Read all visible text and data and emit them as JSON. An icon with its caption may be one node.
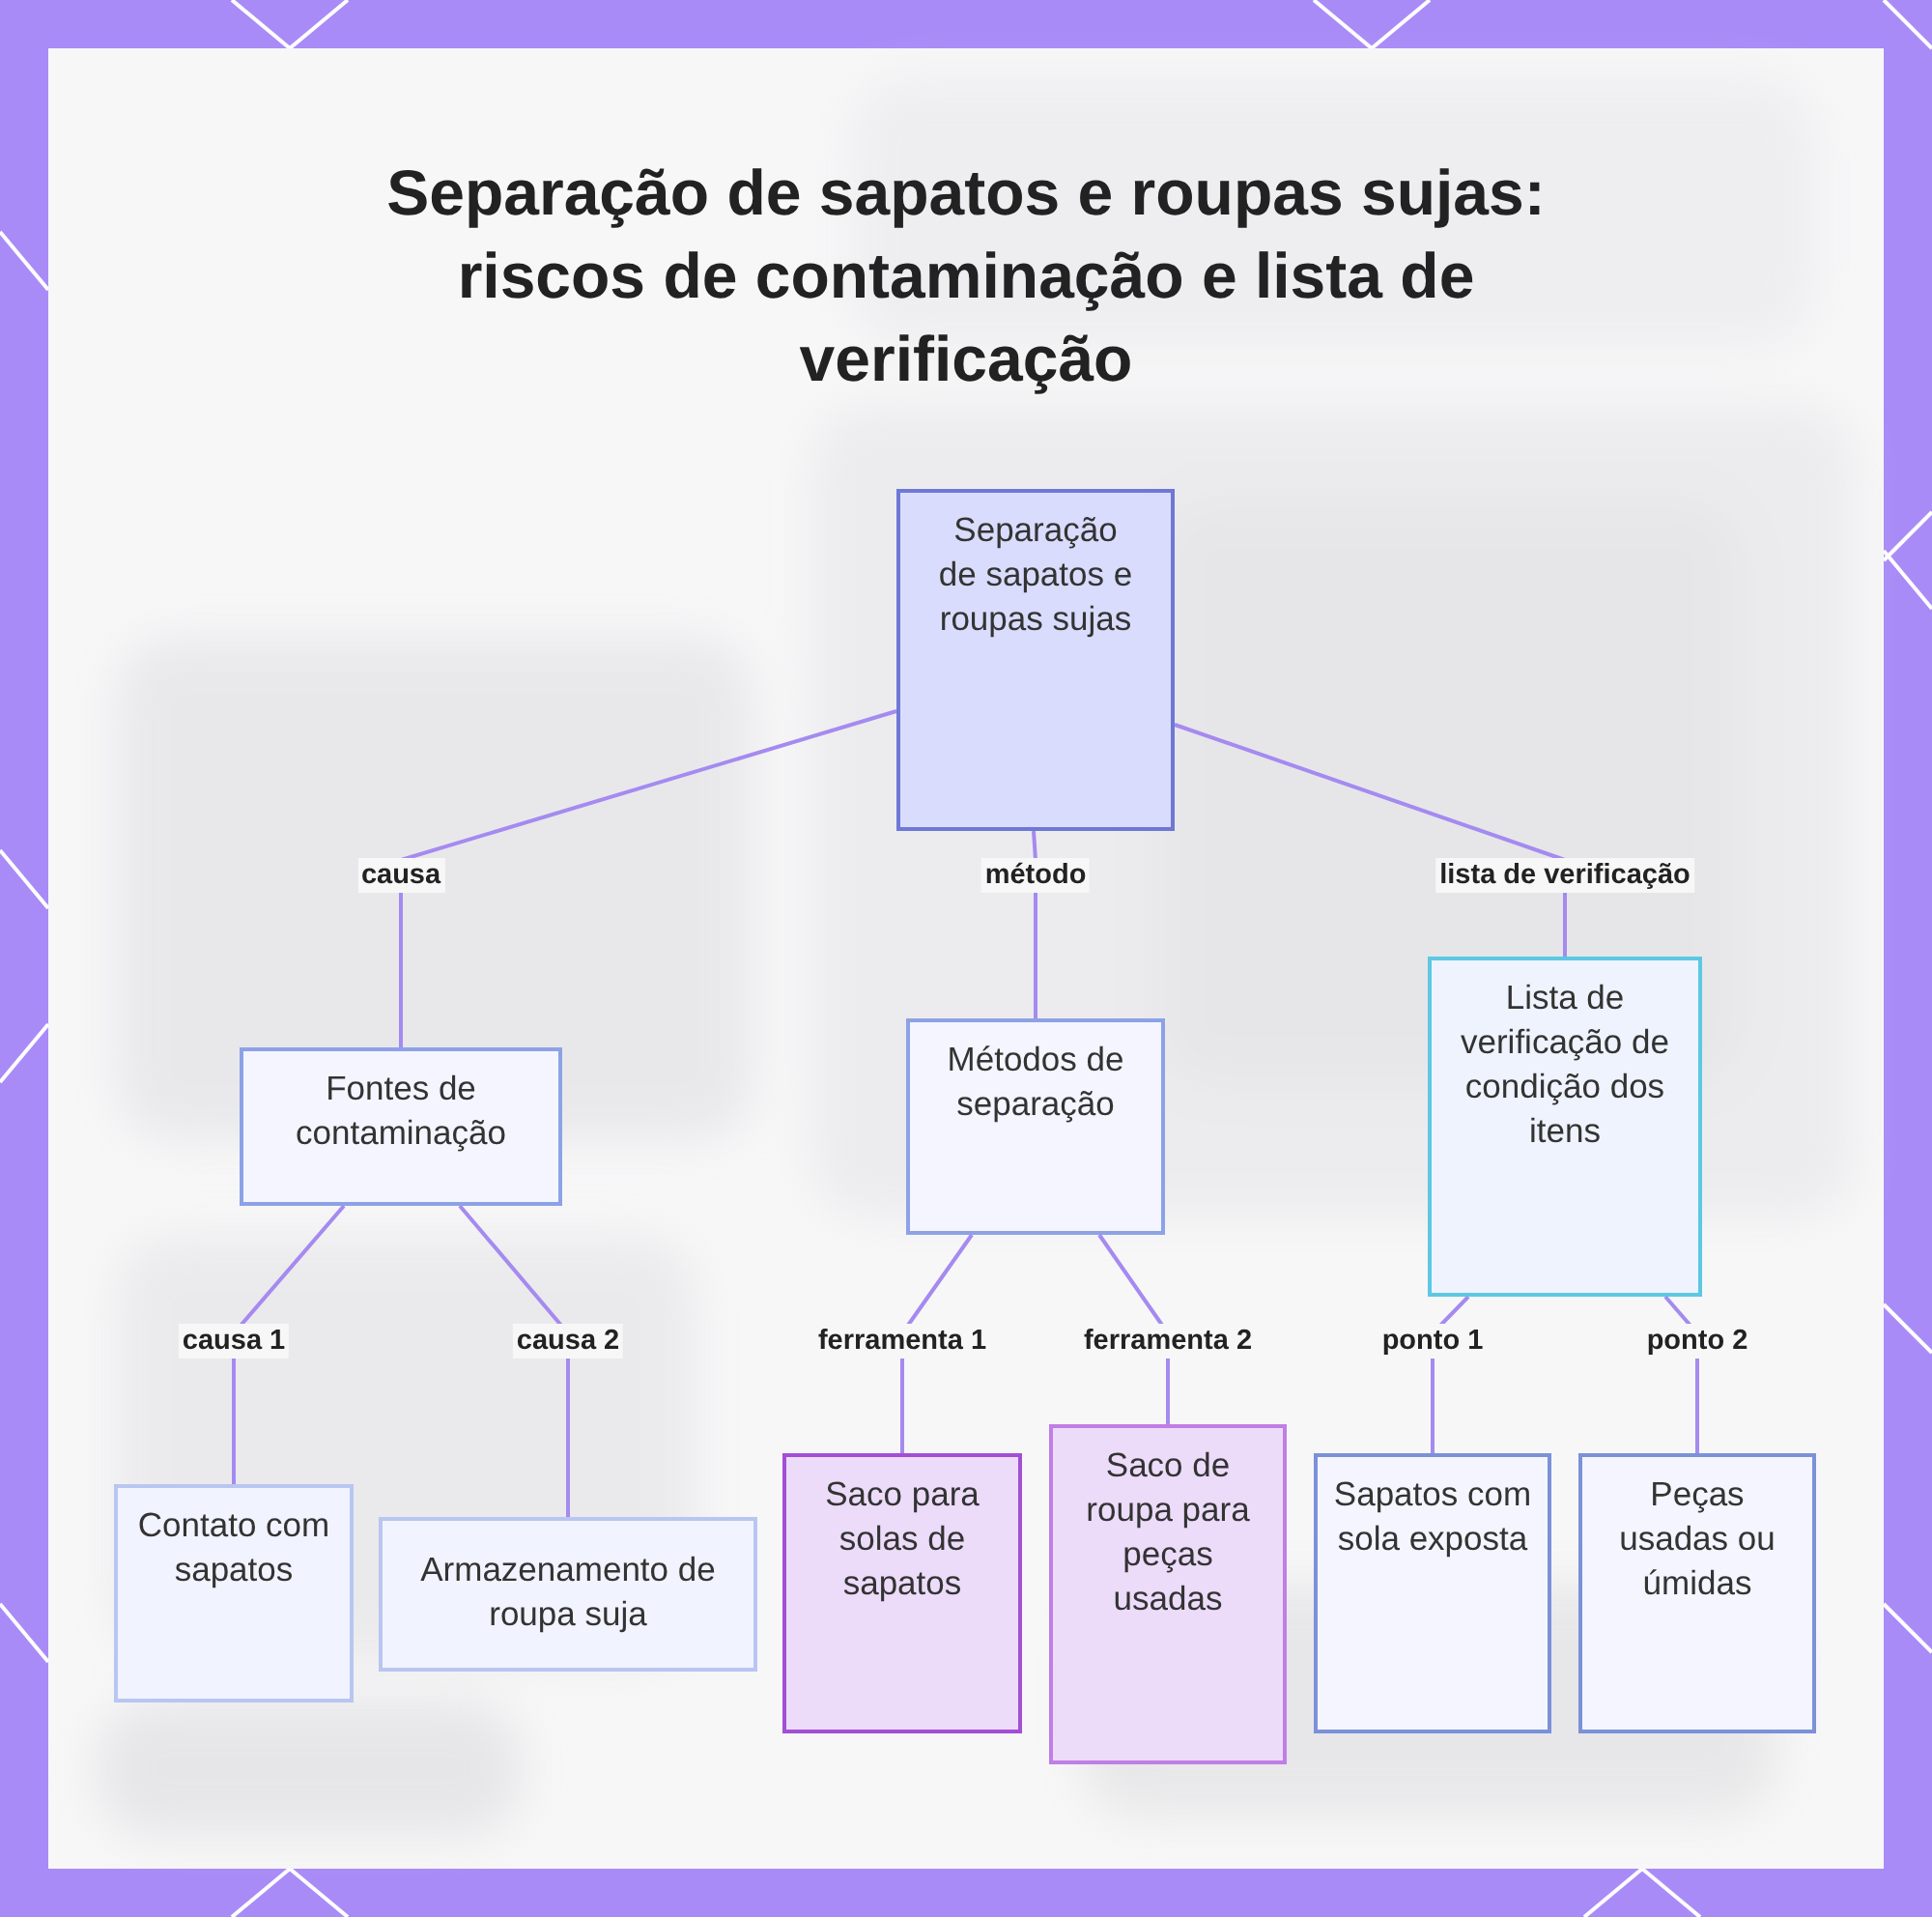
{
  "diagram": {
    "title": "Separação de sapatos e roupas sujas: riscos de contaminação e lista de verificação",
    "nodes": [
      {
        "text": [
          "Separação de sapatos e roupas sujas"
        ]
      },
      {
        "text": [
          "Fontes de contaminação"
        ]
      },
      {
        "text": [
          "Métodos de separação"
        ]
      },
      {
        "text": [
          "Lista de verificação de condição dos itens"
        ]
      },
      {
        "text": [
          "Contato com sapatos"
        ]
      },
      {
        "text": [
          "Armazenamento de roupa suja"
        ]
      },
      {
        "text": [
          "Saco para solas de sapatos"
        ]
      },
      {
        "text": [
          "Saco de roupa para peças usadas"
        ]
      },
      {
        "text": [
          "Sapatos com sola exposta"
        ]
      },
      {
        "text": [
          "Peças usadas ou úmidas"
        ]
      }
    ],
    "edges": [
      {
        "from": 0,
        "to": 1,
        "arrow": "none",
        "label": "causa"
      },
      {
        "from": 0,
        "to": 2,
        "arrow": "none",
        "label": "método"
      },
      {
        "from": 0,
        "to": 3,
        "arrow": "none",
        "label": "lista de verificação"
      },
      {
        "from": 1,
        "to": 4,
        "arrow": "none",
        "label": "causa 1"
      },
      {
        "from": 1,
        "to": 5,
        "arrow": "none",
        "label": "causa 2"
      },
      {
        "from": 2,
        "to": 6,
        "arrow": "none",
        "label": "ferramenta 1"
      },
      {
        "from": 2,
        "to": 7,
        "arrow": "none",
        "label": "ferramenta 2"
      },
      {
        "from": 3,
        "to": 8,
        "arrow": "none",
        "label": "ponto 1"
      },
      {
        "from": 3,
        "to": 9,
        "arrow": "none",
        "label": "ponto 2"
      }
    ]
  }
}
